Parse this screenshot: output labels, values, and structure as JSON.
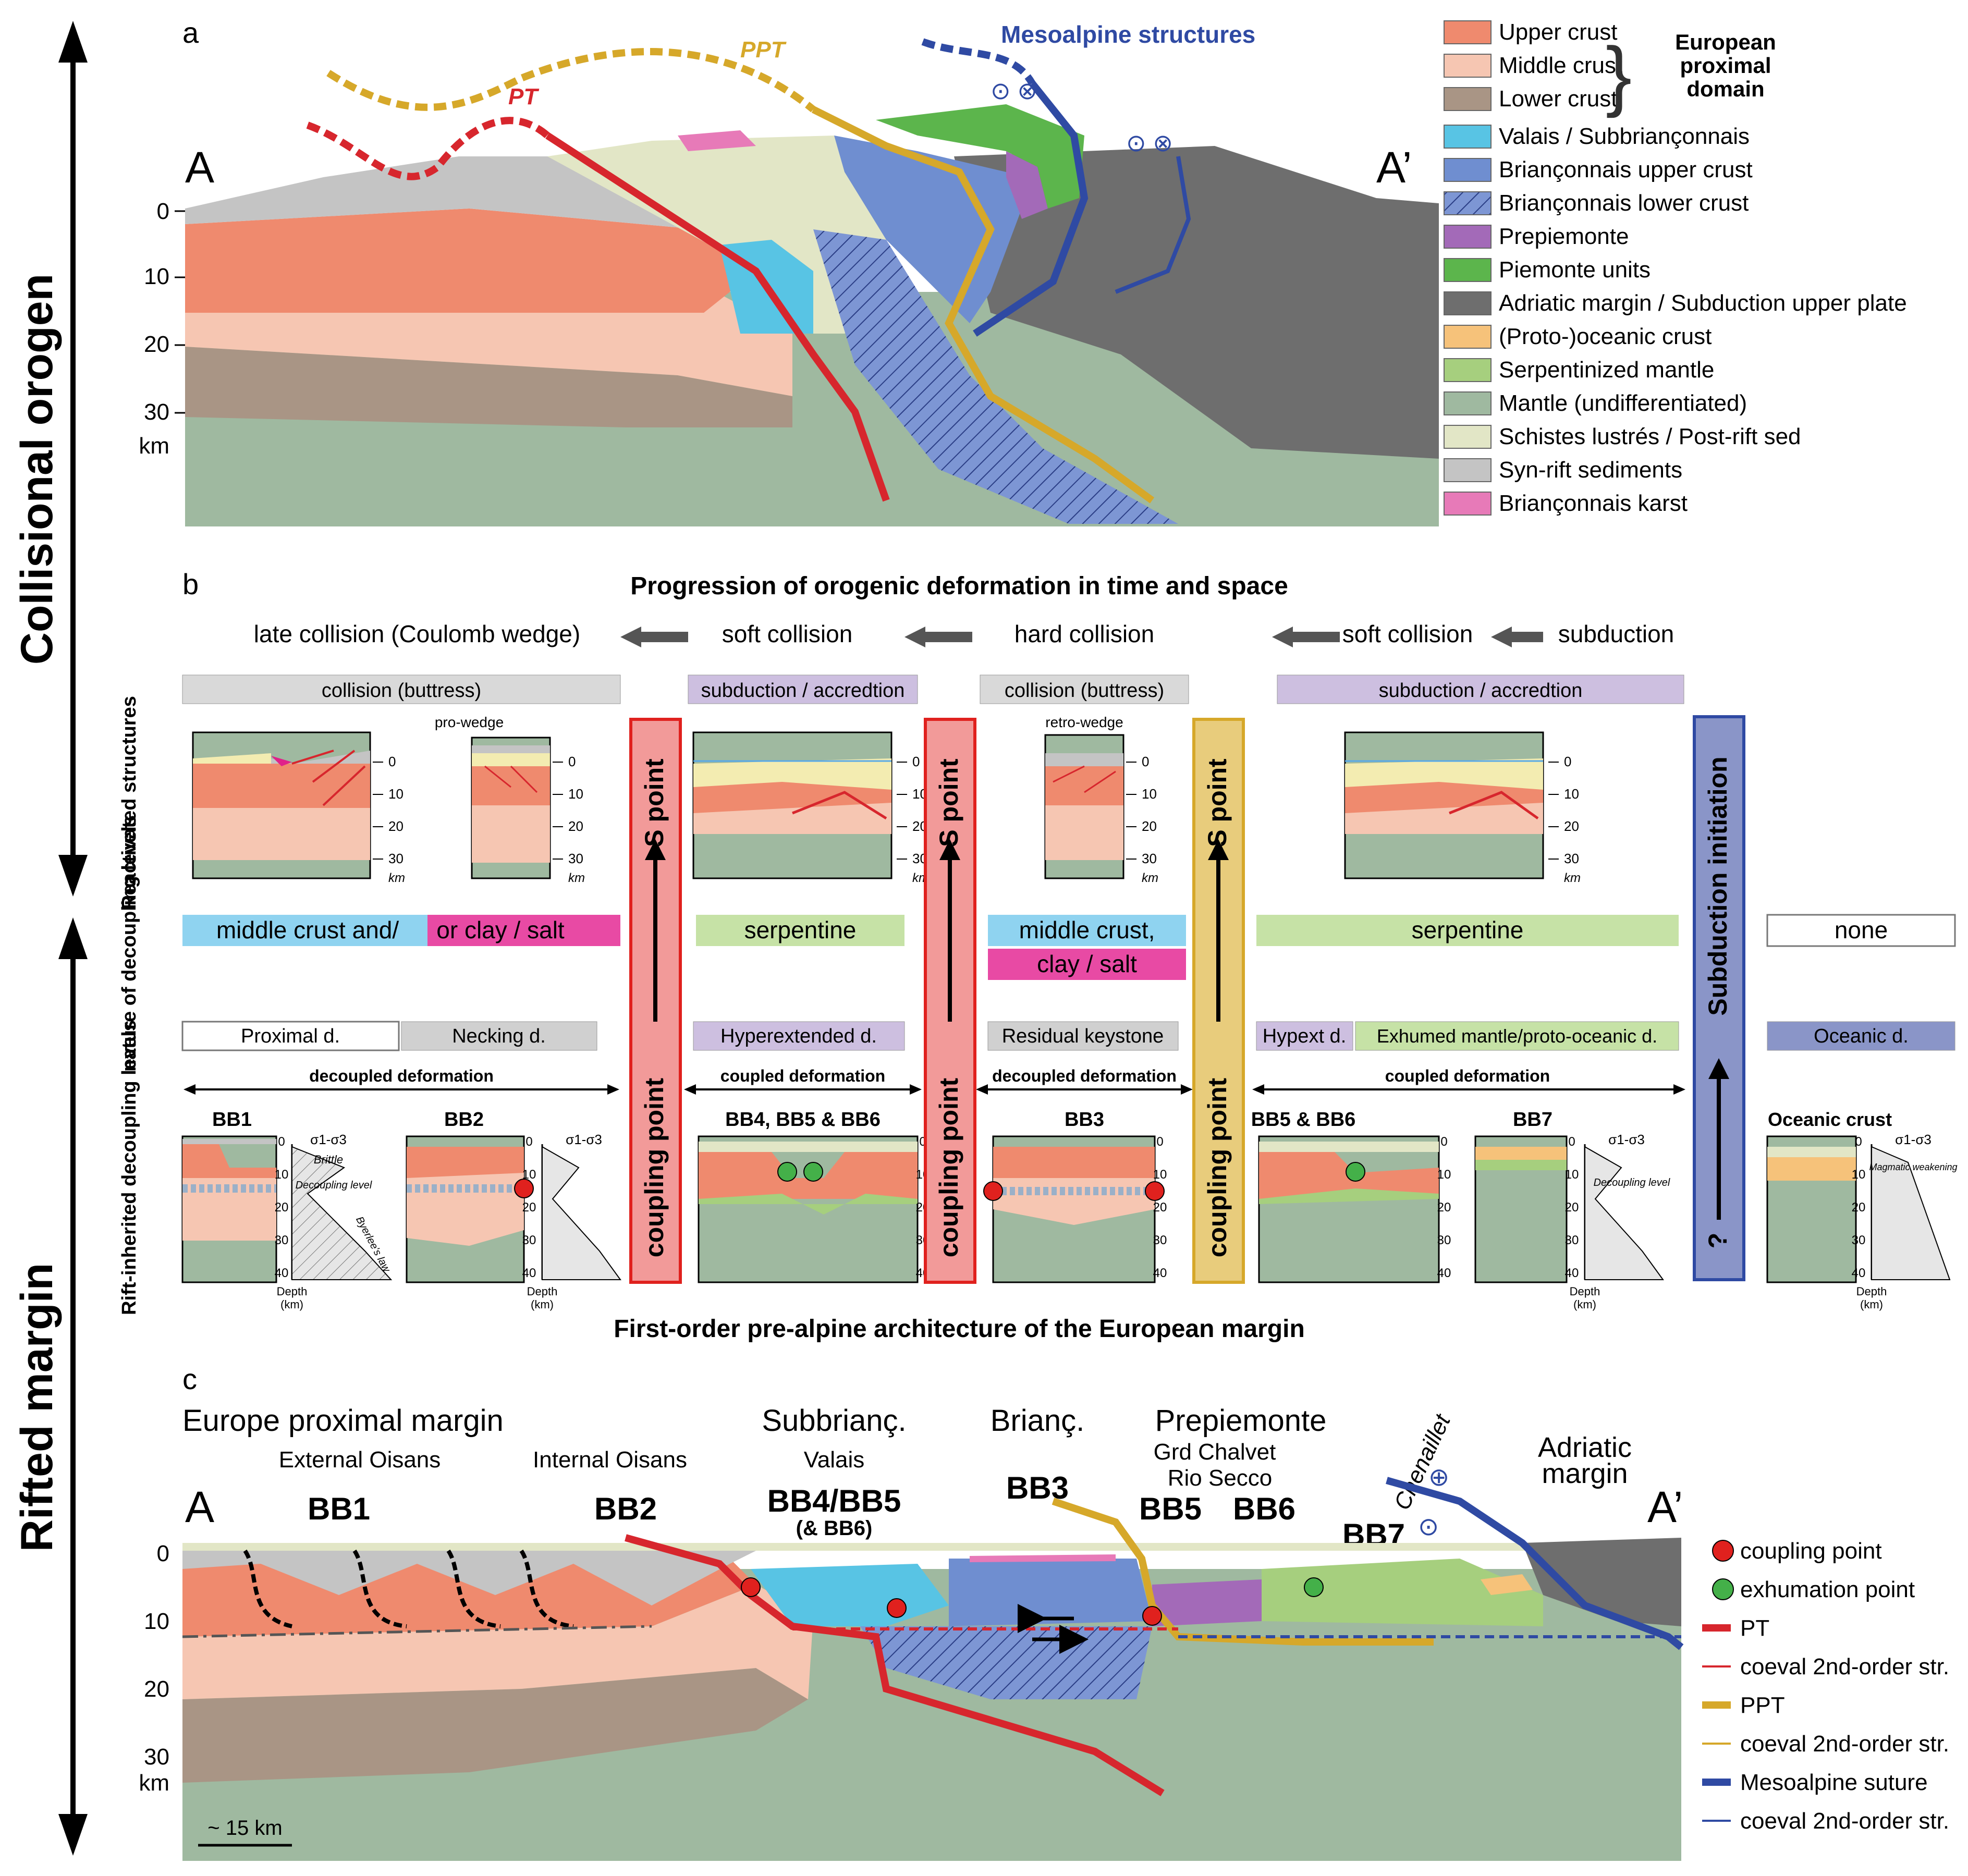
{
  "side_labels": {
    "top": "Collisional orogen",
    "bottom": "Rifted margin"
  },
  "panel_a": {
    "letter": "a",
    "A": "A",
    "Ap": "A’",
    "depth_ticks": [
      "0",
      "10",
      "20",
      "30"
    ],
    "km": "km",
    "labels": {
      "ppt": "PPT",
      "pt": "PT",
      "meso": "Mesoalpine structures"
    },
    "legend": [
      {
        "label": "Upper crust",
        "color": "#ef8a6e"
      },
      {
        "label": "Middle crust",
        "color": "#f6c6b2"
      },
      {
        "label": "Lower crust",
        "color": "#a99585"
      },
      {
        "label": "Valais / Subbriançonnais",
        "color": "#58c4e4"
      },
      {
        "label": "Briançonnais upper crust",
        "color": "#6f8ed0"
      },
      {
        "label": "Briançonnais lower crust",
        "color": "#8aa6de"
      },
      {
        "label": "Prepiemonte",
        "color": "#a36ab8"
      },
      {
        "label": "Piemonte units",
        "color": "#5cb54c"
      },
      {
        "label": "Adriatic margin / Subduction upper plate",
        "color": "#6e6e6e"
      },
      {
        "label": "(Proto-)oceanic crust",
        "color": "#f6c27a"
      },
      {
        "label": "Serpentinized mantle",
        "color": "#a6cf7e"
      },
      {
        "label": "Mantle (undifferentiated)",
        "color": "#9fb9a0"
      },
      {
        "label": "Schistes lustrés / Post-rift sed",
        "color": "#e2e6c6"
      },
      {
        "label": "Syn-rift sediments",
        "color": "#c4c4c4"
      },
      {
        "label": "Briançonnais karst",
        "color": "#e77ab8"
      }
    ],
    "brace_label": "European proximal domain"
  },
  "panel_b": {
    "letter": "b",
    "title": "Progression of orogenic deformation in time and space",
    "stages": [
      "late collision (Coulomb wedge)",
      "soft collision",
      "hard collision",
      "soft collision",
      "subduction"
    ],
    "modes": [
      "collision (buttress)",
      "subduction / accredtion",
      "collision (buttress)",
      "subduction / accredtion"
    ],
    "row_labels": {
      "reactivated": "Reactivated structures",
      "nature": "nature of decoupling levels",
      "rift": "Rift-inherited decoupling levels"
    },
    "wedge_labels": {
      "pro": "pro-wedge",
      "retro": "retro-wedge"
    },
    "small_ticks": [
      "0",
      "10",
      "20",
      "30"
    ],
    "small_km": "km",
    "decoupling": {
      "mc1": "middle crust and/",
      "mc2": "or clay / salt",
      "serp1": "serpentine",
      "mc3": "middle crust,",
      "clay": "clay / salt",
      "serp2": "serpentine",
      "none": "none"
    },
    "domains": [
      "Proximal d.",
      "Necking d.",
      "Hyperextended d.",
      "Residual keystone",
      "Hypext d.",
      "Exhumed mantle/proto-oceanic d.",
      "Oceanic d."
    ],
    "deformation": {
      "d1": "decoupled deformation",
      "c1": "coupled deformation",
      "d2": "decoupled deformation",
      "c2": "coupled deformation"
    },
    "basins": {
      "bb1": "BB1",
      "bb2": "BB2",
      "bb456": "BB4, BB5 & BB6",
      "bb3": "BB3",
      "bb56": "BB5 & BB6",
      "bb7": "BB7",
      "oc": "Oceanic crust"
    },
    "bars": {
      "s": "S point",
      "c": "coupling point",
      "sub": "Subduction initiation",
      "q": "?"
    },
    "profile": {
      "sigma": "σ1-σ3",
      "brittle": "Brittle",
      "dec": "Decoupling level",
      "byerlee": "Byerlee's law",
      "mag": "Magmatic weakening",
      "depth": "Depth",
      "kmp": "(km)"
    },
    "deep_ticks": [
      "0",
      "10",
      "20",
      "30",
      "40"
    ],
    "caption": "First-order pre-alpine architecture of the European margin"
  },
  "panel_c": {
    "letter": "c",
    "A": "A",
    "Ap": "A’",
    "regions": {
      "epm": "Europe proximal margin",
      "ext": "External Oisans",
      "int": "Internal Oisans",
      "sub": "Subbrianç.",
      "val": "Valais",
      "bri": "Brianç.",
      "pre": "Prepiemonte",
      "grd": "Grd Chalvet",
      "rio": "Rio Secco",
      "chen": "Chenaillet",
      "adr1": "Adriatic",
      "adr2": "margin"
    },
    "basins": {
      "bb1": "BB1",
      "bb2": "BB2",
      "bb45": "BB4/BB5",
      "bb6": "(& BB6)",
      "bb3": "BB3",
      "bb5": "BB5",
      "bb6b": "BB6",
      "bb7": "BB7"
    },
    "depth_ticks": [
      "0",
      "10",
      "20",
      "30"
    ],
    "km": "km",
    "scale": "~ 15 km",
    "legend": [
      {
        "label": "coupling point",
        "color": "#e0211e"
      },
      {
        "label": "exhumation point",
        "color": "#44b049"
      },
      {
        "label": "PT",
        "color": "#d7262d"
      },
      {
        "label": "coeval 2nd-order str.",
        "color": "#d7262d"
      },
      {
        "label": "PPT",
        "color": "#d6a82a"
      },
      {
        "label": "coeval 2nd-order str.",
        "color": "#d6a82a"
      },
      {
        "label": "Mesoalpine suture",
        "color": "#2f4aa3"
      },
      {
        "label": "coeval 2nd-order str.",
        "color": "#2f4aa3"
      }
    ]
  },
  "colors": {
    "pt": "#d7262d",
    "ppt": "#d6a82a",
    "meso": "#2f4aa3",
    "spoint": "#f29a99",
    "ppt_bar": "#e8cc7c",
    "sub_bar": "#8a95c8"
  }
}
